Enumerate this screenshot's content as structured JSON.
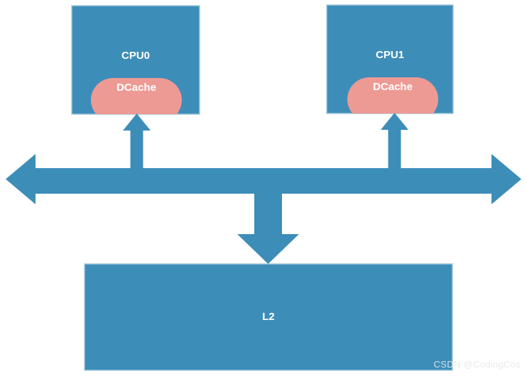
{
  "diagram": {
    "title": "CPU cache coherency bus diagram",
    "colors": {
      "box_blue": "#3D8DB9",
      "box_blue_border": "#A8C8DC",
      "cache_pink": "#EE9A94",
      "arrow_blue": "#3D8DB9",
      "label_text": "#FFFFFF",
      "background": "#FFFFFF",
      "watermark_text": "#E8E8E8"
    },
    "nodes": [
      {
        "id": "cpu0",
        "label": "CPU0",
        "shape": "rectangle",
        "color": "#3D8DB9"
      },
      {
        "id": "cpu1",
        "label": "CPU1",
        "shape": "rectangle",
        "color": "#3D8DB9"
      },
      {
        "id": "dcache0",
        "label": "DCache",
        "shape": "rounded-pill",
        "color": "#EE9A94"
      },
      {
        "id": "dcache1",
        "label": "DCache",
        "shape": "rounded-pill",
        "color": "#EE9A94"
      },
      {
        "id": "l2",
        "label": "L2",
        "shape": "rectangle",
        "color": "#3D8DB9"
      },
      {
        "id": "bus",
        "label": "",
        "shape": "double-headed-arrow",
        "color": "#3D8DB9"
      }
    ],
    "connectors": [
      {
        "id": "bus-to-cpu0",
        "from": "bus",
        "to": "cpu0",
        "direction": "up",
        "style": "block-arrow"
      },
      {
        "id": "bus-to-cpu1",
        "from": "bus",
        "to": "cpu1",
        "direction": "up",
        "style": "block-arrow"
      },
      {
        "id": "bus-to-l2",
        "from": "bus",
        "to": "l2",
        "direction": "down",
        "style": "block-arrow"
      },
      {
        "id": "bus-line",
        "from": "left",
        "to": "right",
        "direction": "bidirectional",
        "style": "block-arrow"
      }
    ],
    "watermark": "CSDN @CodingCos"
  }
}
